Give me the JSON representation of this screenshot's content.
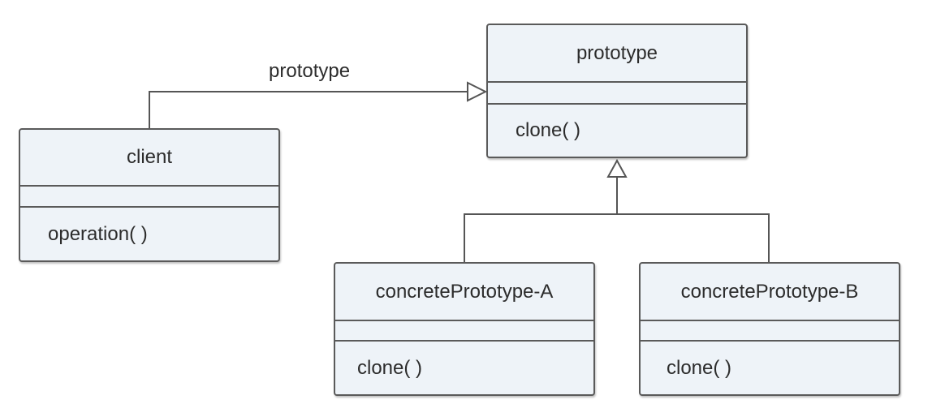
{
  "diagram": {
    "classes": {
      "client": {
        "name": "client",
        "methods": [
          "operation( )"
        ]
      },
      "prototype": {
        "name": "prototype",
        "methods": [
          "clone( )"
        ]
      },
      "concrete_a": {
        "name": "concretePrototype-A",
        "methods": [
          "clone( )"
        ]
      },
      "concrete_b": {
        "name": "concretePrototype-B",
        "methods": [
          "clone( )"
        ]
      }
    },
    "edges": [
      {
        "from": "client",
        "to": "prototype",
        "label": "prototype",
        "kind": "association-hollow-arrow"
      },
      {
        "from": "concrete_a",
        "to": "prototype",
        "label": "",
        "kind": "inheritance"
      },
      {
        "from": "concrete_b",
        "to": "prototype",
        "label": "",
        "kind": "inheritance"
      }
    ],
    "colors": {
      "box_fill": "#eef3f8",
      "box_border": "#5a5a5a",
      "line": "#555555"
    }
  }
}
